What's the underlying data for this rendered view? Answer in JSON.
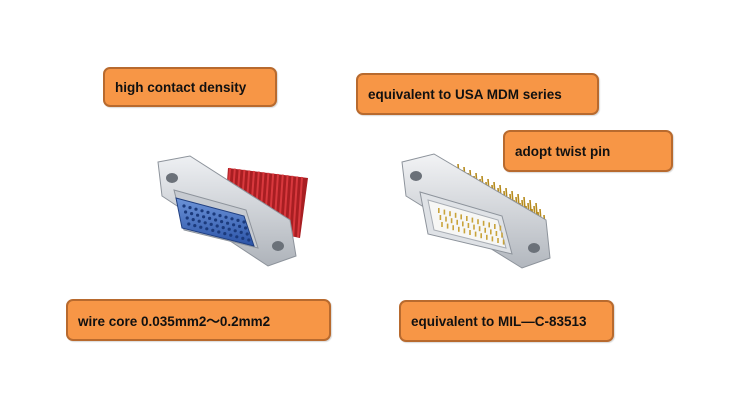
{
  "callouts": {
    "density": "high contact density",
    "mdm": "equivalent to USA MDM series",
    "twist": "adopt twist pin",
    "wire": "wire core 0.035mm2～0.2mm2",
    "mil": "equivalent to MIL—C-83513"
  },
  "colors": {
    "callout_fill": "#f79646",
    "callout_border": "#b86a2e",
    "shell": "#d0d3d8",
    "wire_bundle": "#c0262c",
    "insert": "#3d6bbf",
    "pins": "#c8a030"
  }
}
